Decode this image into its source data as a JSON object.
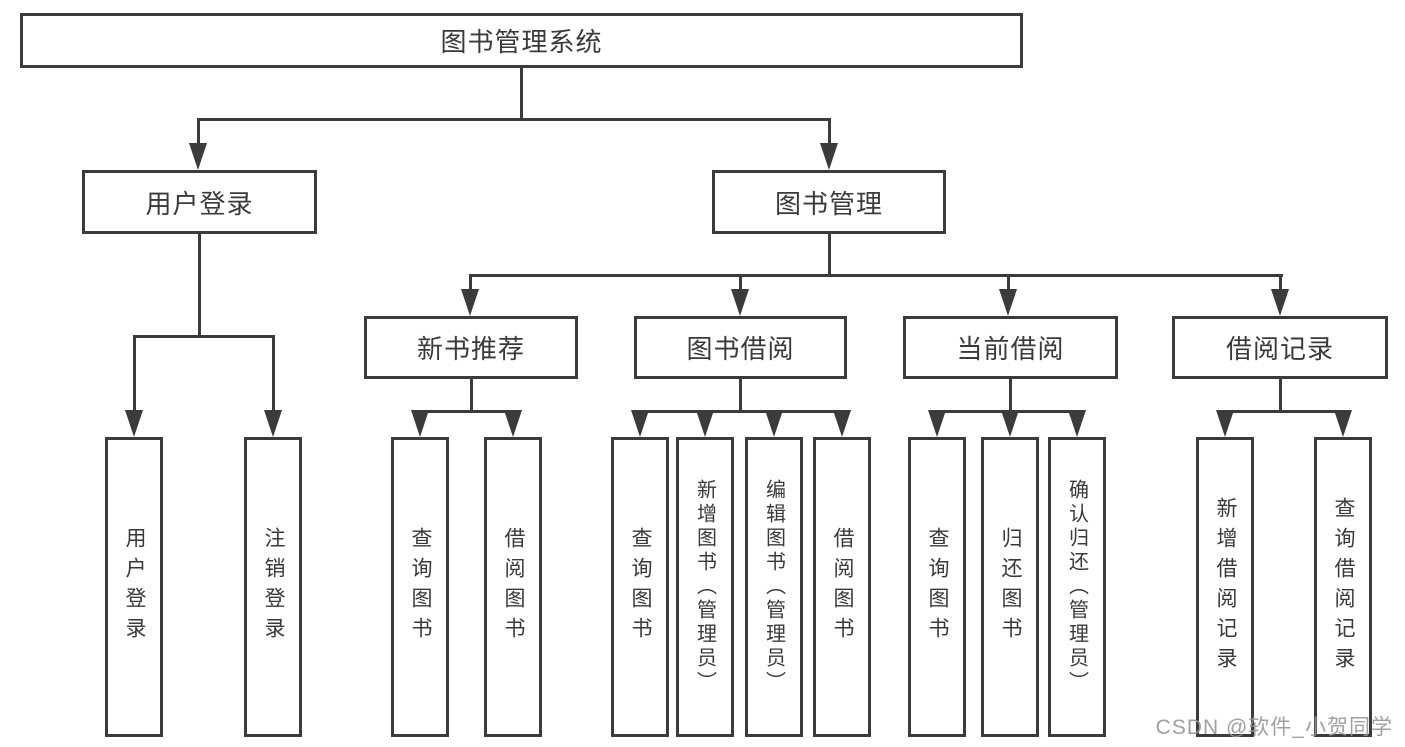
{
  "diagram": {
    "type": "hierarchy-tree",
    "root": {
      "label": "图书管理系统"
    },
    "level2": [
      {
        "label": "用户登录",
        "parent": "图书管理系统"
      },
      {
        "label": "图书管理",
        "parent": "图书管理系统"
      }
    ],
    "level3": [
      {
        "label": "新书推荐",
        "parent": "图书管理"
      },
      {
        "label": "图书借阅",
        "parent": "图书管理"
      },
      {
        "label": "当前借阅",
        "parent": "图书管理"
      },
      {
        "label": "借阅记录",
        "parent": "图书管理"
      }
    ],
    "leaves": [
      {
        "label": "用户登录",
        "parent": "用户登录"
      },
      {
        "label": "注销登录",
        "parent": "用户登录"
      },
      {
        "label": "查询图书",
        "parent": "新书推荐"
      },
      {
        "label": "借阅图书",
        "parent": "新书推荐"
      },
      {
        "label": "查询图书",
        "parent": "图书借阅"
      },
      {
        "label": "新增图书（管理员）",
        "parent": "图书借阅"
      },
      {
        "label": "编辑图书（管理员）",
        "parent": "图书借阅"
      },
      {
        "label": "借阅图书",
        "parent": "图书借阅"
      },
      {
        "label": "查询图书",
        "parent": "当前借阅"
      },
      {
        "label": "归还图书",
        "parent": "当前借阅"
      },
      {
        "label": "确认归还（管理员）",
        "parent": "当前借阅"
      },
      {
        "label": "新增借阅记录",
        "parent": "借阅记录"
      },
      {
        "label": "查询借阅记录",
        "parent": "借阅记录"
      }
    ]
  },
  "watermark": {
    "text": "CSDN @软件_小贺同学",
    "color": "#969698"
  },
  "colors": {
    "line": "#3b3b3b",
    "text": "#3a3a3a",
    "background": "#ffffff"
  }
}
